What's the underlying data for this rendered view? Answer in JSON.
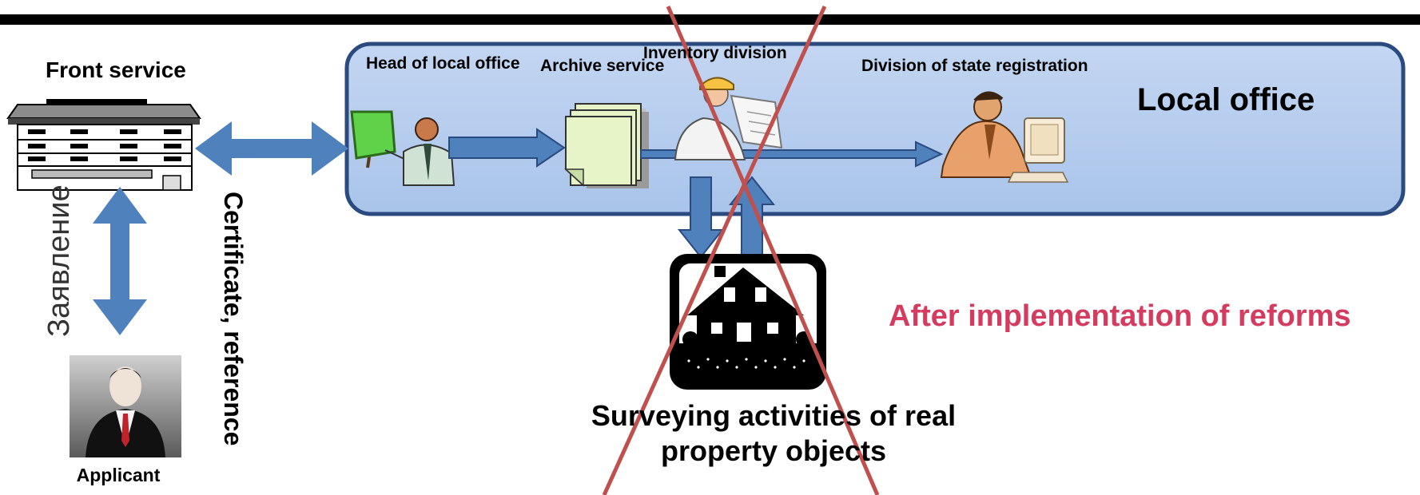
{
  "labels": {
    "front_service": "Front service",
    "head_local_office": "Head of local office",
    "archive_service": "Archive service",
    "inventory_division": "Inventory division",
    "division_state_registration": "Division of state registration",
    "local_office": "Local office",
    "after_reforms": "After implementation of reforms",
    "surveying_line1": "Surveying activities of real",
    "surveying_line2": "property objects",
    "applicant": "Applicant",
    "application_vertical": "Заявление",
    "certificate_vertical": "Certificate, reference"
  },
  "colors": {
    "top_bar": "#000000",
    "local_office_fill": "#b4cdef",
    "local_office_border": "#1f3f75",
    "arrow_blue": "#4f81bd",
    "arrow_blue_dark": "#3b5f95",
    "cross_red": "#c0504d",
    "after_reforms_text": "#d43b5e"
  },
  "icons": {
    "front_service": "building-icon",
    "head_local_office": "presenter-icon",
    "archive_service": "documents-stack-icon",
    "inventory_division": "engineer-icon",
    "division_state_registration": "office-worker-computer-icon",
    "surveying": "house-icon",
    "applicant": "user-avatar-icon"
  }
}
